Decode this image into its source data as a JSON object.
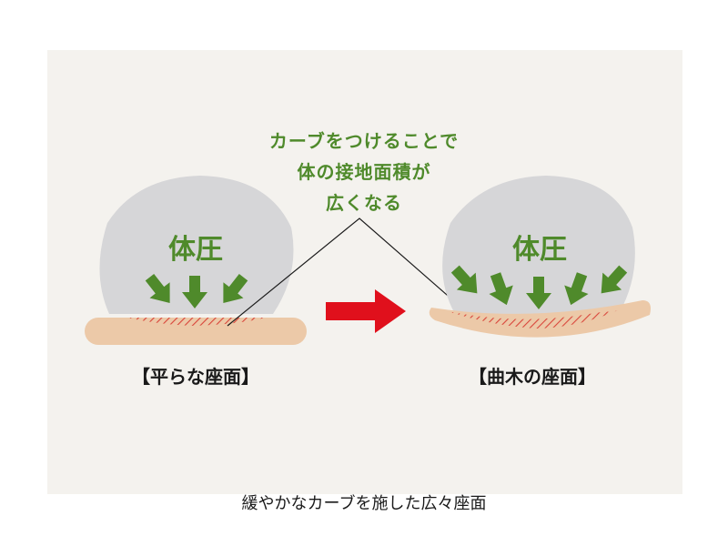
{
  "headline": {
    "line1": "カーブをつけることで",
    "line2": "体の接地面積が",
    "line3": "広くなる"
  },
  "left": {
    "pressure_label": "体圧",
    "seat_label": "【平らな座面】"
  },
  "right": {
    "pressure_label": "体圧",
    "seat_label": "【曲木の座面】"
  },
  "caption": "緩やかなカーブを施した広々座面",
  "colors": {
    "green": "#4f8a2b",
    "red_arrow": "#e0101c",
    "body": "#d6d6d8",
    "seat": "#ecc9a8",
    "hatch": "#d9453a",
    "panel": "#f4f2ee"
  }
}
